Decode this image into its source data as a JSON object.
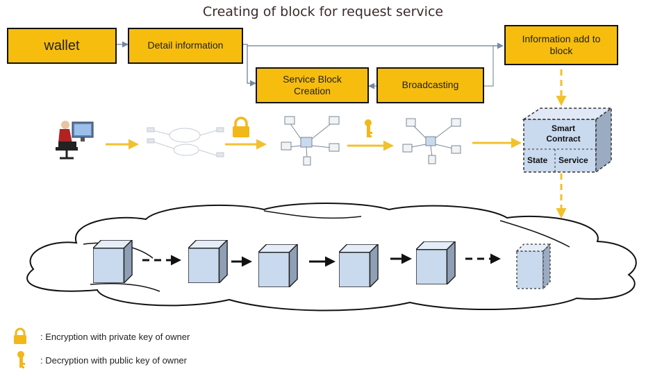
{
  "title": "Creating of  block for request service",
  "boxes": {
    "wallet": "wallet",
    "detail_information": "Detail information",
    "information_add": "Information add to block",
    "service_block_creation": "Service  Block Creation",
    "broadcasting": "Broadcasting"
  },
  "smart_contract": {
    "title_line1": "Smart",
    "title_line2": "Contract",
    "state": "State",
    "service": "Service"
  },
  "legend": [
    {
      "icon": "lock-icon",
      "text": ": Encryption with private key of owner"
    },
    {
      "icon": "key-icon",
      "text": ": Decryption with public key of owner"
    }
  ],
  "colors": {
    "box_fill": "#f7bd0e",
    "arrow": "#f2c12e",
    "flow_line": "#7f93a8",
    "cube_fill": "#c9d9ee"
  }
}
